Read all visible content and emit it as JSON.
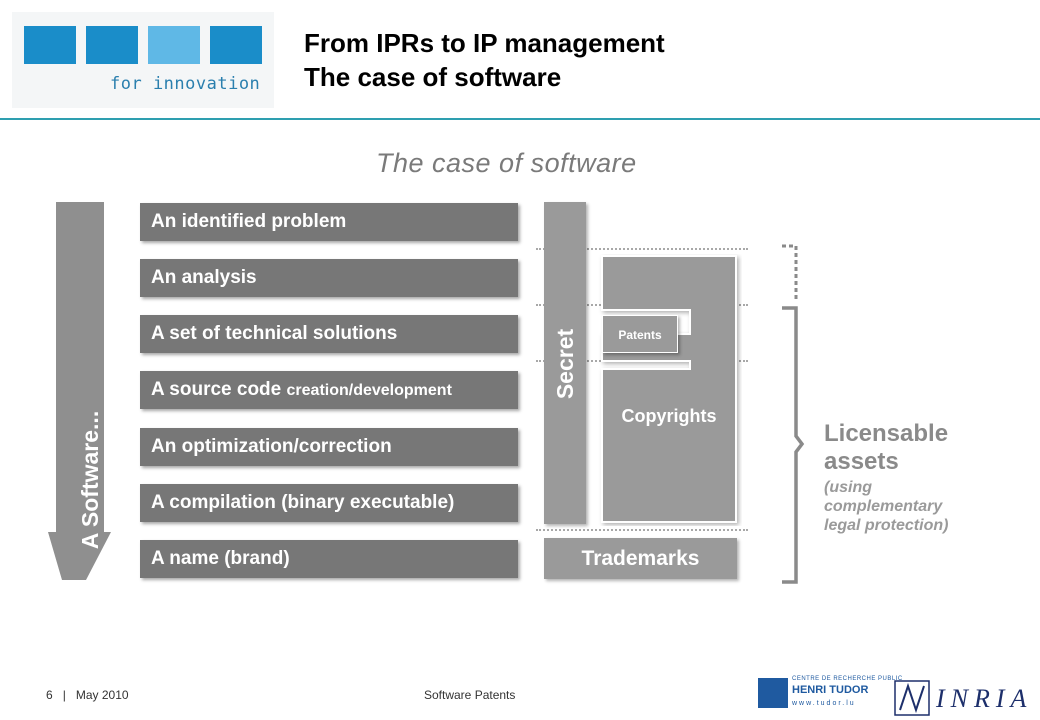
{
  "header": {
    "logo_tagline": "for innovation",
    "title_line1": "From IPRs to IP management",
    "title_line2": "The case of software",
    "accent_color": "#2e9fb0",
    "logo_color": "#1a8dc9"
  },
  "diagram": {
    "heading": "The case of software",
    "arrow_label": "A Software...",
    "steps": [
      {
        "label": "An identified problem"
      },
      {
        "label": "An analysis"
      },
      {
        "label": "A set of technical solutions"
      },
      {
        "label": "A source code ",
        "label_small": "creation/development"
      },
      {
        "label": "An optimization/correction"
      },
      {
        "label": "A compilation (binary executable)"
      },
      {
        "label": "A name (brand)"
      }
    ],
    "protections": {
      "secret": "Secret",
      "patents": "Patents",
      "copyrights": "Copyrights",
      "trademarks": "Trademarks"
    },
    "licensable": {
      "title_line1": "Licensable",
      "title_line2": "assets",
      "sub_line1": "(using",
      "sub_line2": "complementary",
      "sub_line3": "legal protection)"
    }
  },
  "footer": {
    "page_number": "6",
    "separator": "|",
    "date": "May 2010",
    "center_text": "Software Patents",
    "tudor_small": "CENTRE DE RECHERCHE PUBLIC",
    "tudor_name": "HENRI TUDOR",
    "tudor_url": "www.tudor.lu",
    "inria_text": "INRIA"
  }
}
